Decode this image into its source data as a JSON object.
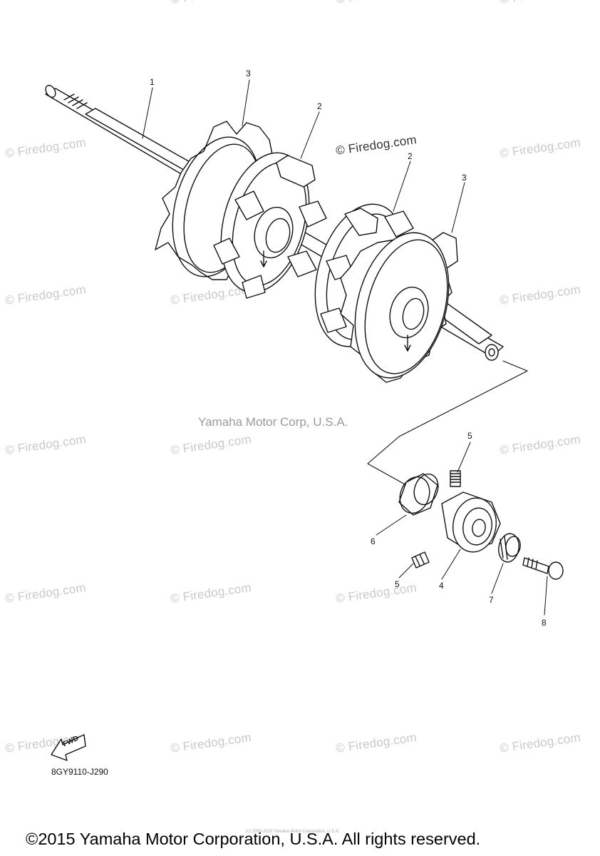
{
  "watermark_text": "© Firedog.com",
  "watermarks": [
    "© Firedog.com",
    "© Firedog.com",
    "© Firedog.com",
    "© Firedog.com",
    "© Firedog.com",
    "© Firedog.com",
    "© Firedog.com",
    "© Firedog.com",
    "© Firedog.com",
    "© Firedog.com",
    "© Firedog.com",
    "© Firedog.com",
    "© Firedog.com",
    "© Firedog.com",
    "© Firedog.com",
    "© Firedog.com",
    "© Firedog.com",
    "© Firedog.com",
    "© Firedog.com"
  ],
  "center_credit": "Yamaha Motor Corp, U.S.A.",
  "part_labels": {
    "shaft": "1",
    "sprocket_inner_left": "2",
    "sprocket_inner_right": "2",
    "sprocket_outer_left": "3",
    "sprocket_outer_right": "3",
    "bearing": "4",
    "set_screw_top": "5",
    "set_screw_bottom": "5",
    "collar": "6",
    "cap": "7",
    "bolt": "8"
  },
  "fwd_label": "FWD",
  "part_code": "8GY9110-J290",
  "tiny_credit": "(c) 2000-2015 Yamaha Motor Corporation, U.S.A.",
  "copyright": "©2015 Yamaha Motor Corporation, U.S.A. All rights reserved.",
  "colors": {
    "line": "#111111",
    "watermark": "#c9c9c9",
    "background": "#ffffff"
  }
}
